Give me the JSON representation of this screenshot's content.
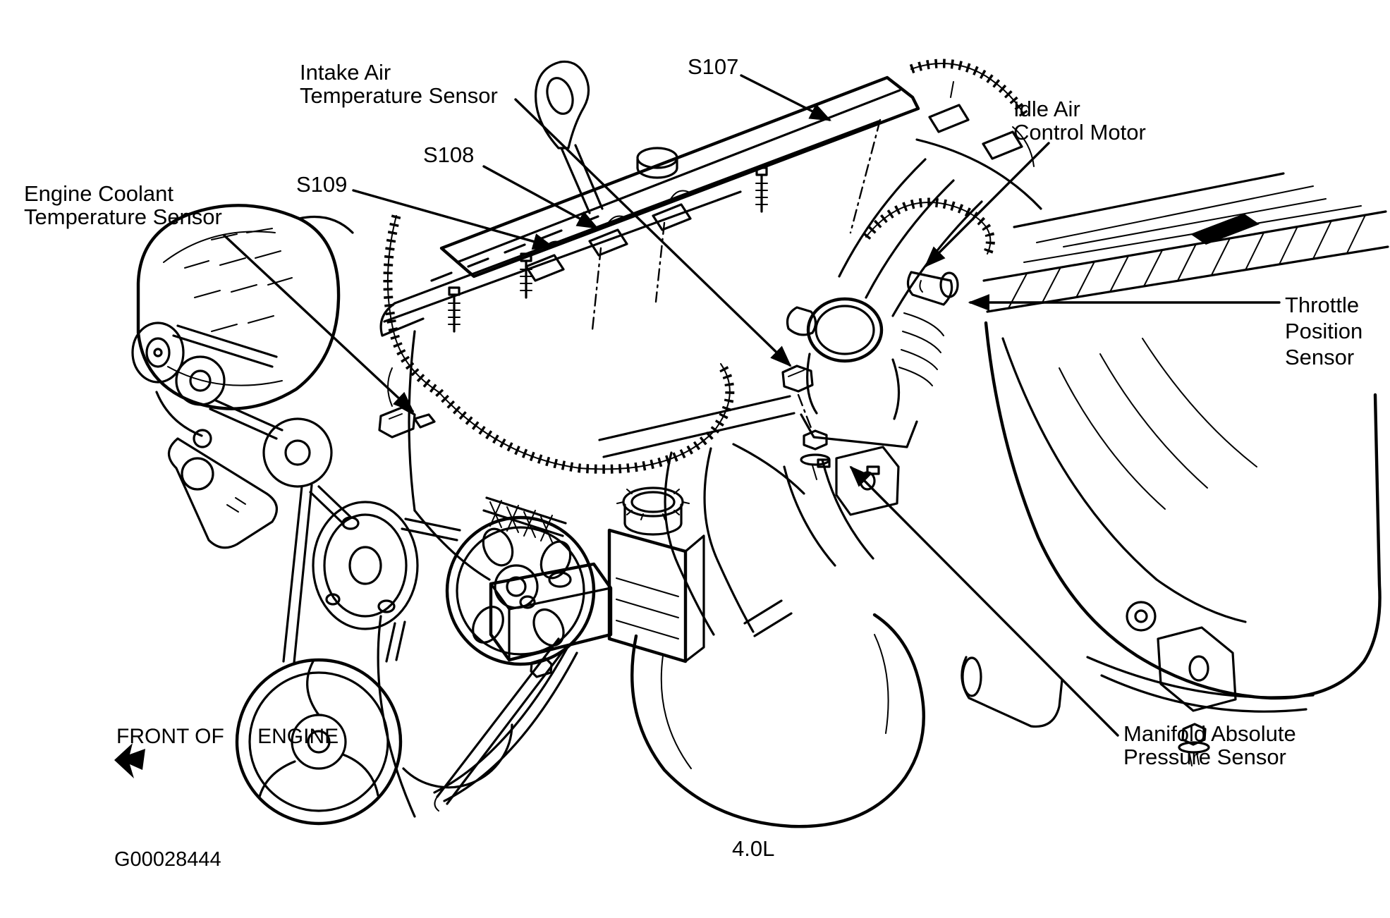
{
  "figure": {
    "type": "engine-sensor-location-diagram",
    "engine_size_label": "4.0L",
    "figure_code": "G00028444",
    "front_marker": {
      "line1": "FRONT OF",
      "line2": "ENGINE"
    },
    "callouts": {
      "intake_air_temp": {
        "line1": "Intake Air",
        "line2": "Temperature Sensor"
      },
      "s107": {
        "line1": "S107"
      },
      "idle_air_control": {
        "line1": "Idle Air",
        "line2": "Control Motor"
      },
      "s108": {
        "line1": "S108"
      },
      "s109": {
        "line1": "S109"
      },
      "engine_coolant_temp": {
        "line1": "Engine Coolant",
        "line2": "Temperature Sensor"
      },
      "throttle_position": {
        "line1": "Throttle",
        "line2": "Position",
        "line3": "Sensor"
      },
      "map_sensor": {
        "line1": "Manifold Absolute",
        "line2": "Pressure Sensor"
      }
    },
    "colors": {
      "ink": "#000000",
      "paper": "#ffffff"
    }
  }
}
